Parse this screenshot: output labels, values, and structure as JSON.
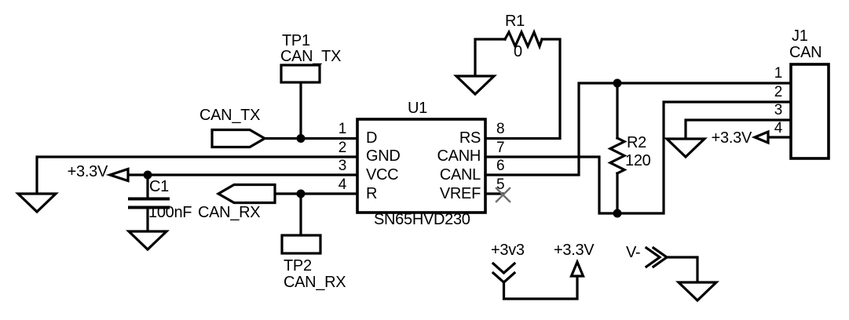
{
  "components": {
    "u1": {
      "ref": "U1",
      "part": "SN65HVD230",
      "left_pins": [
        {
          "num": "1",
          "name": "D"
        },
        {
          "num": "2",
          "name": "GND"
        },
        {
          "num": "3",
          "name": "VCC"
        },
        {
          "num": "4",
          "name": "R"
        }
      ],
      "right_pins": [
        {
          "num": "8",
          "name": "RS"
        },
        {
          "num": "7",
          "name": "CANH"
        },
        {
          "num": "6",
          "name": "CANL"
        },
        {
          "num": "5",
          "name": "VREF"
        }
      ]
    },
    "r1": {
      "ref": "R1",
      "value": "0"
    },
    "r2": {
      "ref": "R2",
      "value": "120"
    },
    "c1": {
      "ref": "C1",
      "value": "100nF"
    },
    "j1": {
      "ref": "J1",
      "value": "CAN",
      "pins": [
        "1",
        "2",
        "3",
        "4"
      ]
    },
    "tp1": {
      "ref": "TP1",
      "net": "CAN_TX"
    },
    "tp2": {
      "ref": "TP2",
      "net": "CAN_RX"
    }
  },
  "net_labels": {
    "can_tx_flag": "CAN_TX",
    "can_rx_flag": "CAN_RX",
    "vcc_left": "+3.3V",
    "vcc_j1": "+3.3V",
    "global_3v3": "+3v3",
    "power_3_3v": "+3.3V",
    "v_minus": "V-"
  },
  "colors": {
    "wire": "#000000",
    "text": "#000000",
    "no_connect": "#707070",
    "background": "#ffffff"
  }
}
